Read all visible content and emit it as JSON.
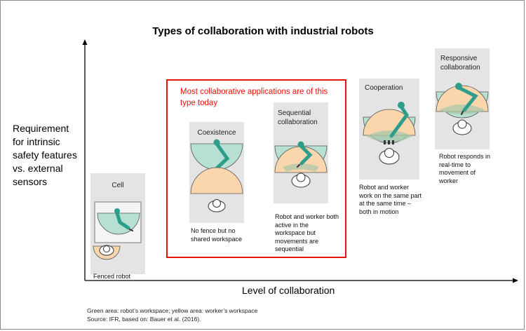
{
  "title": "Types of collaboration with industrial robots",
  "y_axis_label": "Requirement for intrinsic safety features vs. external sensors",
  "x_axis_label": "Level of collaboration",
  "highlight_note": "Most collaborative applications are of this type today",
  "stages": [
    {
      "title": "Cell",
      "description": "Fenced robot"
    },
    {
      "title": "Coexistence",
      "description": "No fence but no shared workspace"
    },
    {
      "title": "Sequential collaboration",
      "description": "Robot and worker both active in the workspace but movements are sequential"
    },
    {
      "title": "Cooperation",
      "description": "Robot and worker work on the same part at the same time – both in motion"
    },
    {
      "title": "Responsive collaboration",
      "description": "Robot responds in real-time to movement of worker"
    }
  ],
  "footnotes": {
    "legend": "Green area: robot’s workspace; yellow area: worker’s workspace",
    "source": "Source: IFR, based on: Bauer et al. (2016)."
  },
  "colors": {
    "robot_area": "#b5e0d2",
    "worker_area": "#fad6ad",
    "robot_arm": "#2e9e8c",
    "highlight": "#e8120c",
    "panel": "#e4e4e4"
  }
}
